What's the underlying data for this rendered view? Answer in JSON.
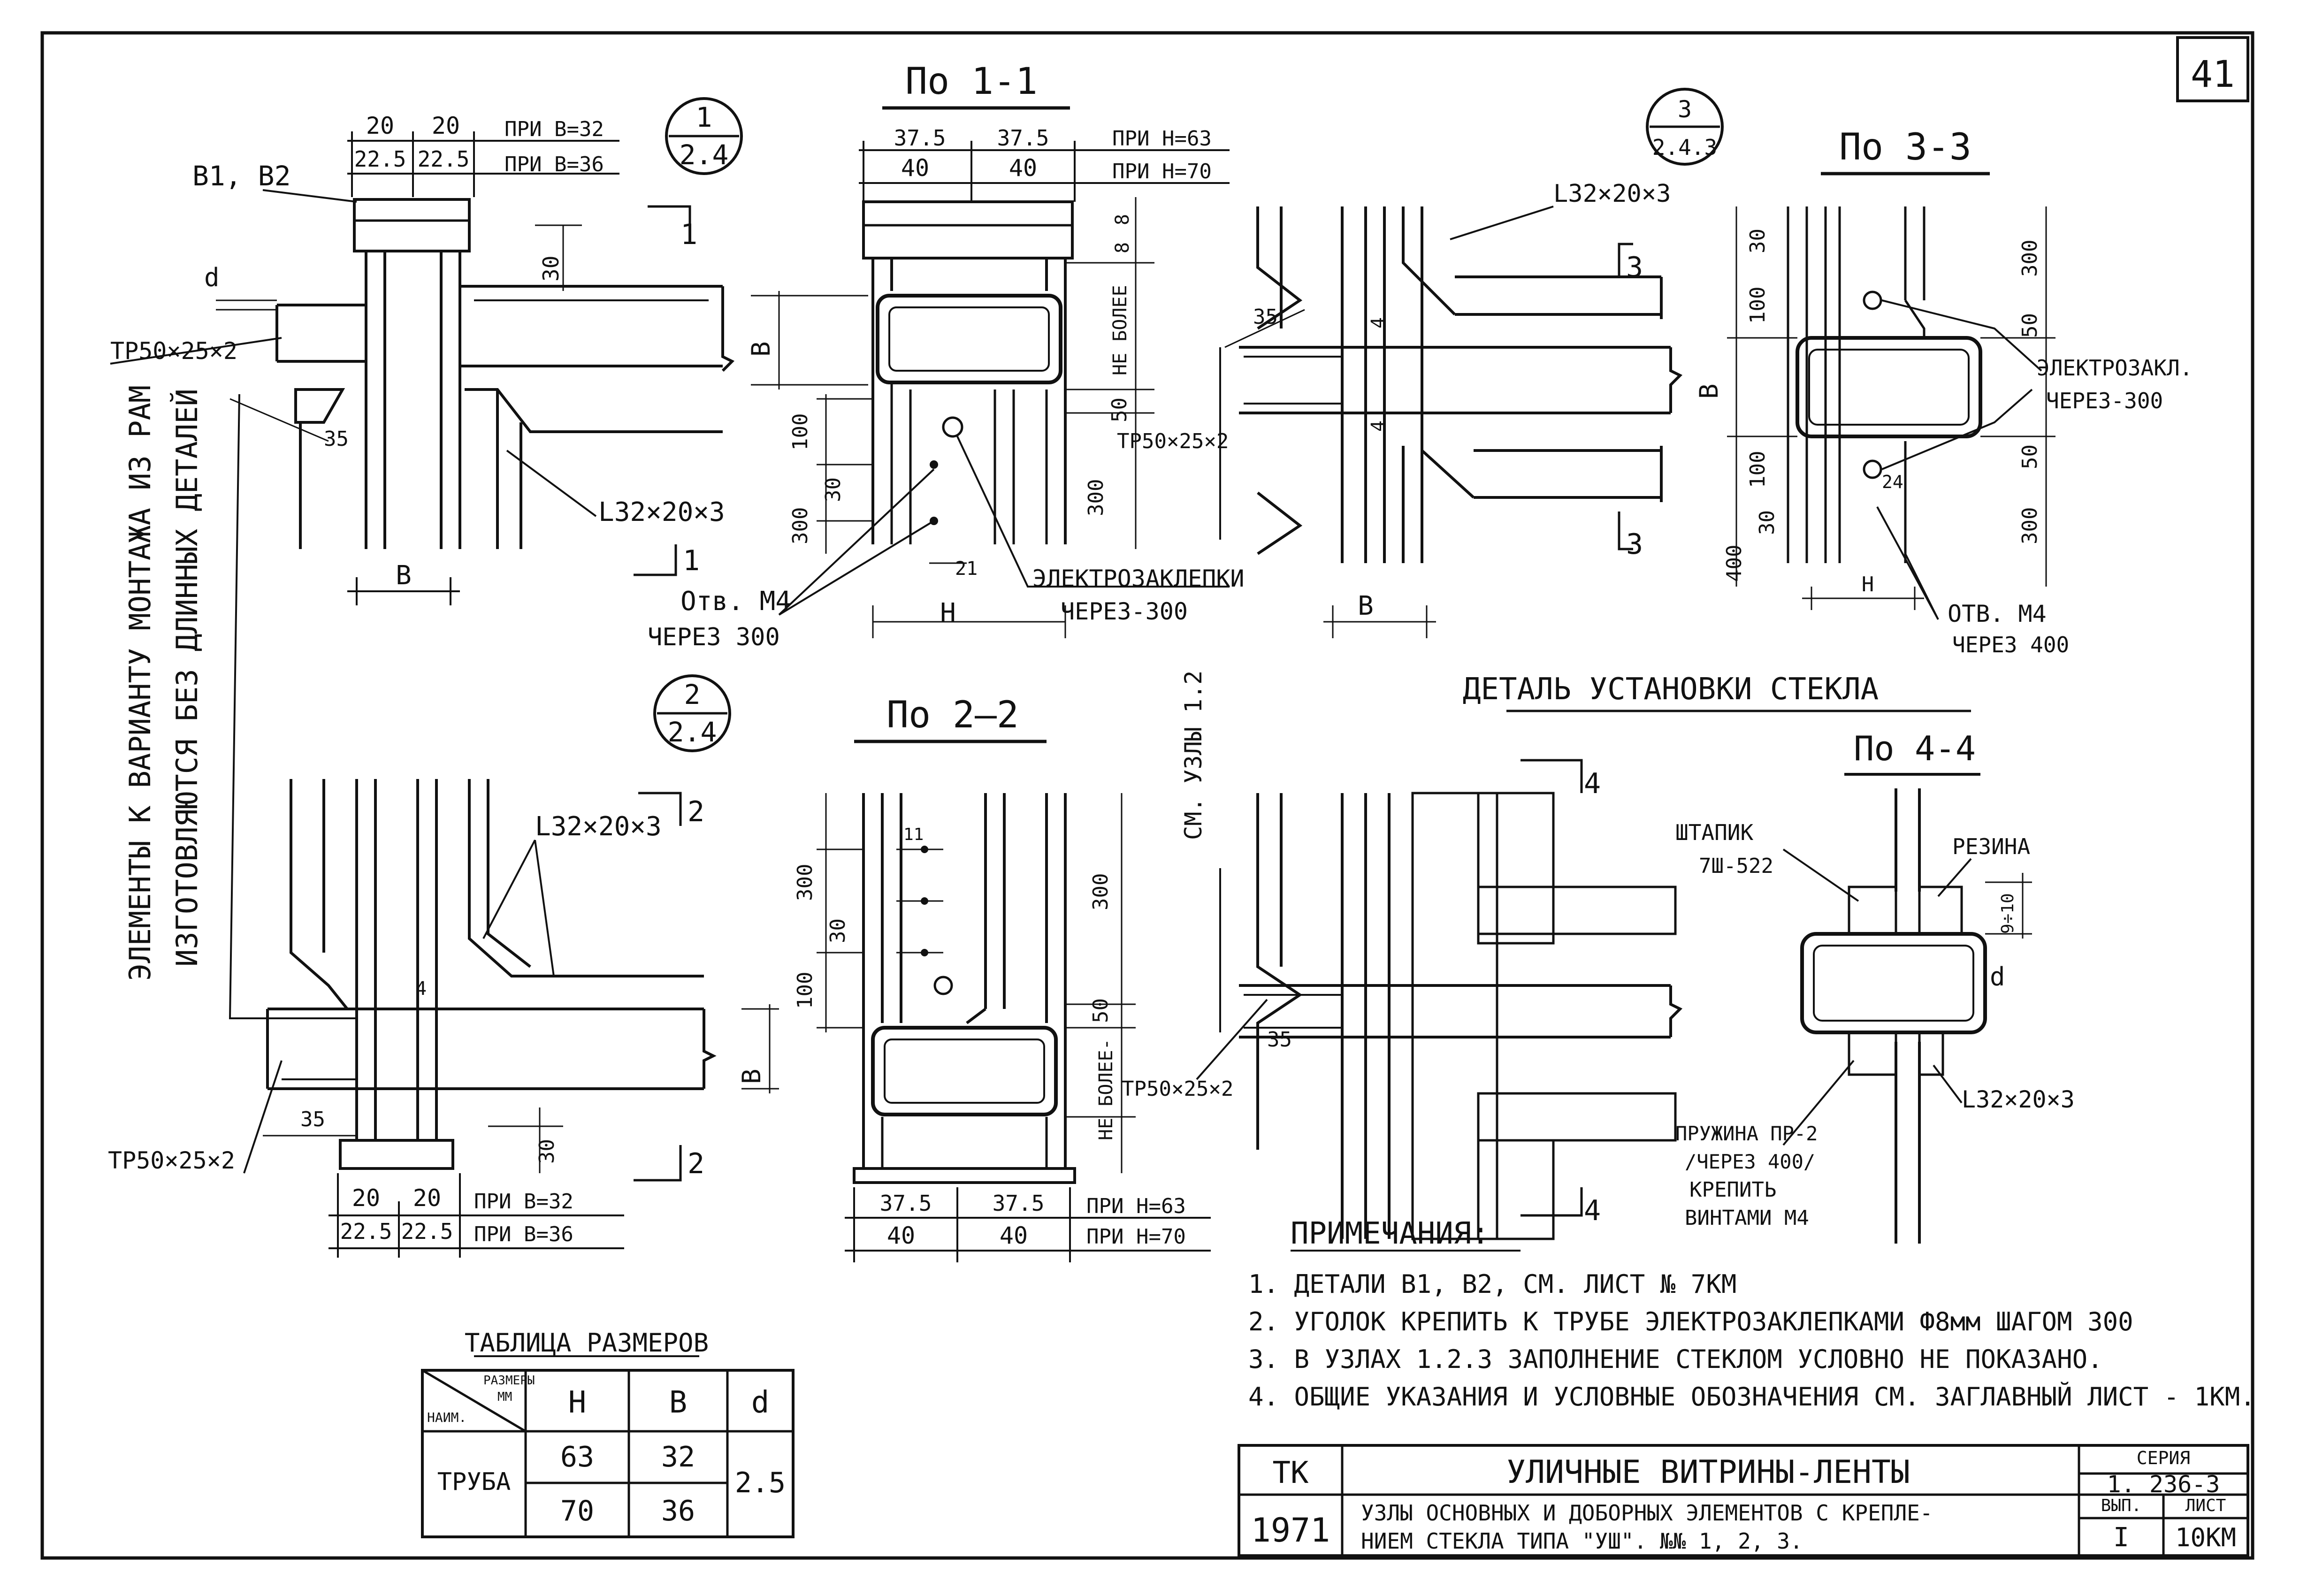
{
  "sheet": {
    "page_number": "41",
    "colors": {
      "ink": "#111111",
      "paper": "#ffffff",
      "hatch": "#555555"
    }
  },
  "section_titles": {
    "s11": "По 1-1",
    "s22": "По 2—2",
    "s33": "По 3-3",
    "s44": "По 4-4",
    "glass_detail": "ДЕТАЛЬ УСТАНОВКИ СТЕКЛА"
  },
  "node_markers": {
    "n1": {
      "top": "1",
      "bottom": "2.4"
    },
    "n2": {
      "top": "2",
      "bottom": "2.4"
    },
    "n3": {
      "top": "3",
      "bottom": "2.4.3"
    }
  },
  "cut_marks": {
    "c1": "1",
    "c2": "2",
    "c3": "3",
    "c4": "4"
  },
  "vertical_notes": {
    "left_line1": "ЭЛЕМЕНТЫ К ВАРИАНТУ МОНТАЖА ИЗ РАМ",
    "left_line2": "ИЗГОТОВЛЯЮТСЯ БЕЗ ДЛИННЫХ ДЕТАЛЕЙ",
    "middle": "СМ. УЗЛЫ 1.2"
  },
  "node1": {
    "dim_20a": "20",
    "dim_20b": "20",
    "dim_225a": "22.5",
    "dim_225b": "22.5",
    "at_b32": "ПРИ B=32",
    "at_b36": "ПРИ B=36",
    "parts": "В1, В2",
    "d": "d",
    "dim30": "30",
    "dim35": "35",
    "B": "В",
    "tube": "ТР50×25×2",
    "angle": "L32×20×3"
  },
  "s11": {
    "d375a": "37.5",
    "d375b": "37.5",
    "d40a": "40",
    "d40b": "40",
    "at_h63": "ПРИ Н=63",
    "at_h70": "ПРИ Н=70",
    "d8a": "8",
    "d8b": "8",
    "B": "В",
    "max_note": "НЕ БОЛЕЕ",
    "d50": "50",
    "d100": "100",
    "d30": "30",
    "d300a": "300",
    "d300b": "300",
    "d21": "21",
    "tube": "ТР50×25×2",
    "rivets": "ЭЛЕКТРОЗАКЛЕПКИ",
    "rivets_step": "ЧЕРЕЗ-300",
    "holes": "Отв. М4",
    "holes_step": "ЧЕРЕЗ 300",
    "H": "Н"
  },
  "node3": {
    "angle": "L32×20×3",
    "d35": "35",
    "d4a": "4",
    "d4b": "4",
    "B": "В"
  },
  "s33": {
    "d30": "30",
    "d100a": "100",
    "d300a": "300",
    "d50a": "50",
    "B": "В",
    "rivets": "ЭЛЕКТРОЗАКЛ.",
    "rivets_step": "ЧЕРЕЗ-300",
    "d50b": "50",
    "d100b": "100",
    "d24": "24",
    "d30b": "30",
    "d400": "400",
    "d300b": "300",
    "H": "Н",
    "holes": "ОТВ. М4",
    "holes_step": "ЧЕРЕЗ 400"
  },
  "node2": {
    "angle": "L32×20×3",
    "d4": "4",
    "B": "В",
    "d35": "35",
    "d30": "30",
    "tube": "ТР50×25×2",
    "dim_20a": "20",
    "dim_20b": "20",
    "dim_225a": "22.5",
    "dim_225b": "22.5",
    "at_b32": "ПРИ В=32",
    "at_b36": "ПРИ В=36"
  },
  "s22": {
    "d11": "11",
    "d300a": "300",
    "d30": "30",
    "d100": "100",
    "d300b": "300",
    "d50": "50",
    "max_note": "НЕ БОЛЕЕ-",
    "d375a": "37.5",
    "d375b": "37.5",
    "d40a": "40",
    "d40b": "40",
    "at_h63": "ПРИ Н=63",
    "at_h70": "ПРИ Н=70"
  },
  "glass": {
    "tube": "ТР50×25×2",
    "d35": "35"
  },
  "s44": {
    "bead": "ШТАПИК",
    "bead_code": "7Ш-522",
    "rubber": "РЕЗИНА",
    "d9_10": "9÷10",
    "d": "d",
    "angle": "L32×20×3",
    "spring1": "ПРУЖИНА ПР-2",
    "spring2": "/ЧЕРЕЗ 400/",
    "spring3": "КРЕПИТЬ",
    "spring4": "ВИНТАМИ М4"
  },
  "notes": {
    "title": "ПРИМЕЧАНИЯ:",
    "items": [
      "1. ДЕТАЛИ В1, В2, СМ. ЛИСТ № 7КМ",
      "2. УГОЛОК КРЕПИТЬ К ТРУБЕ ЭЛЕКТРОЗАКЛЕПКАМИ Ф8мм ШАГОМ 300",
      "3. В УЗЛАХ 1.2.3 ЗАПОЛНЕНИЕ СТЕКЛОМ УСЛОВНО НЕ ПОКАЗАНО.",
      "4. ОБЩИЕ УКАЗАНИЯ И УСЛОВНЫЕ ОБОЗНАЧЕНИЯ СМ. ЗАГЛАВНЫЙ ЛИСТ - 1КМ."
    ]
  },
  "size_table": {
    "title": "ТАБЛИЦА РАЗМЕРОВ",
    "corner_top": "РАЗМЕРЫ",
    "corner_unit": "ММ",
    "corner_name": "НАИМ.",
    "headers": [
      "Н",
      "В",
      "d"
    ],
    "row_name": "ТРУБА",
    "rows": [
      [
        "63",
        "32"
      ],
      [
        "70",
        "36"
      ]
    ],
    "d_value": "2.5"
  },
  "title_block": {
    "tk": "ТК",
    "year": "1971",
    "title": "УЛИЧНЫЕ ВИТРИНЫ-ЛЕНТЫ",
    "subtitle1": "УЗЛЫ ОСНОВНЫХ И ДОБОРНЫХ ЭЛЕМЕНТОВ С КРЕПЛЕ-",
    "subtitle2": "НИЕМ СТЕКЛА ТИПА \"УШ\". №№ 1, 2, 3.",
    "series_label": "СЕРИЯ",
    "series": "1. 236-3",
    "issue_label": "ВЫП.",
    "issue": "I",
    "sheet_label": "ЛИСТ",
    "sheet": "10КМ"
  }
}
